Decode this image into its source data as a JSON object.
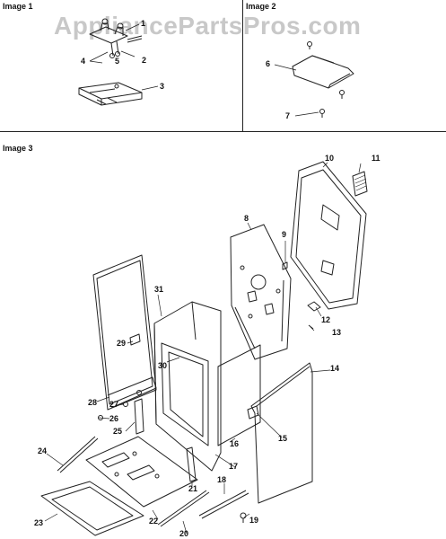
{
  "watermark": "AppliancePartsPros.com",
  "sections": {
    "image1": "Image 1",
    "image2": "Image 2",
    "image3": "Image 3"
  },
  "callouts": [
    "1",
    "2",
    "3",
    "4",
    "5",
    "6",
    "7",
    "8",
    "9",
    "10",
    "11",
    "12",
    "13",
    "14",
    "15",
    "16",
    "17",
    "18",
    "19",
    "20",
    "21",
    "22",
    "23",
    "24",
    "25",
    "26",
    "27",
    "28",
    "29",
    "30",
    "31"
  ]
}
